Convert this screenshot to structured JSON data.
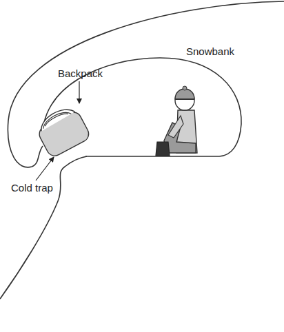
{
  "diagram": {
    "labels": [
      "Snowbank",
      "Backpack",
      "Cold trap"
    ]
  }
}
